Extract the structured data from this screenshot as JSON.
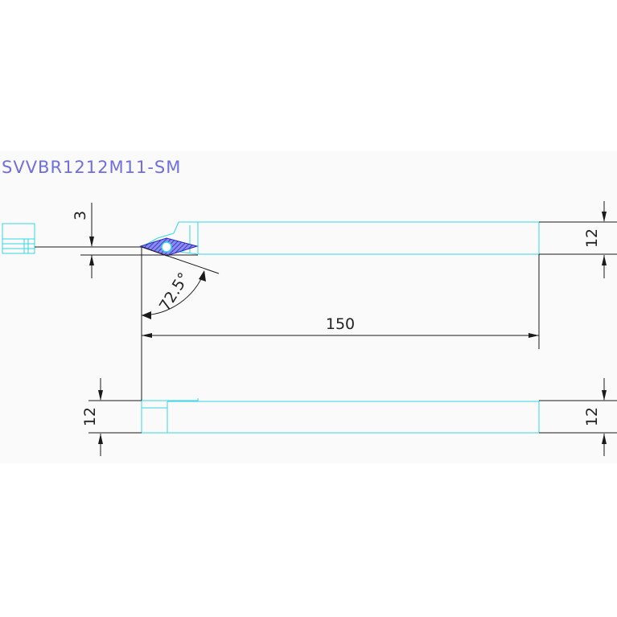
{
  "title": "SVVBR1212M11-SM",
  "dimensions": {
    "overhang": "3",
    "angle": "72.5°",
    "length": "150",
    "height_top_right": "12",
    "height_bottom_left": "12",
    "height_bottom_right": "12"
  },
  "colors": {
    "background": "#ffffff",
    "outline": "#35d6e6",
    "dimension": "#1a1a1a",
    "insert": "#3535c8",
    "title": "#6f6fe0"
  }
}
